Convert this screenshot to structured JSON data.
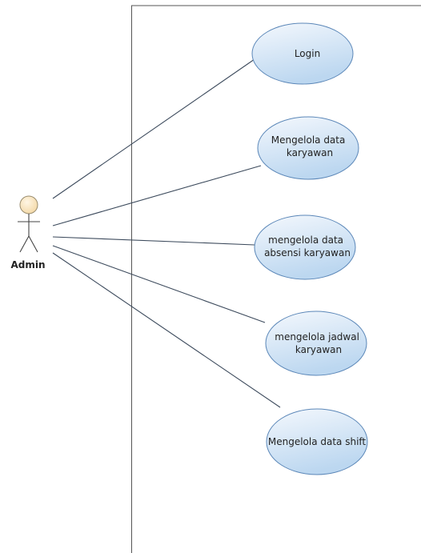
{
  "diagram": {
    "actor": {
      "label": "Admin"
    },
    "use_cases": [
      {
        "lines": [
          "Login"
        ]
      },
      {
        "lines": [
          "Mengelola data",
          "karyawan"
        ]
      },
      {
        "lines": [
          "mengelola data",
          "absensi karyawan"
        ]
      },
      {
        "lines": [
          "mengelola jadwal",
          "karyawan"
        ]
      },
      {
        "lines": [
          "Mengelola data shift"
        ]
      }
    ]
  },
  "colors": {
    "background": "#ffffff",
    "ellipse_fill_top": "#f4f8fd",
    "ellipse_fill_bottom": "#bcd7f0",
    "ellipse_stroke": "#5b87b8",
    "actor_head_fill": "#f7e0b5",
    "actor_head_stroke": "#9a8d6f",
    "line": "#3c4a5c",
    "boundary": "#555555"
  }
}
